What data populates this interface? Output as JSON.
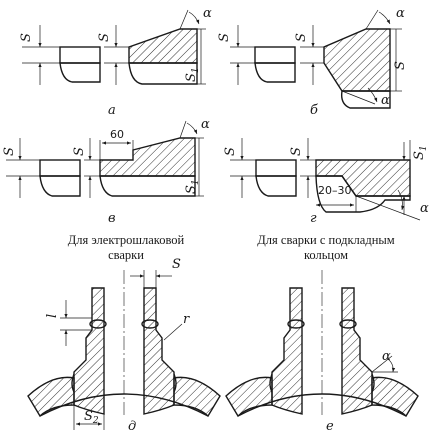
{
  "dim": {
    "S": "S",
    "S1": "S",
    "S1_sub": "1",
    "S2": "S",
    "S2_sub": "2",
    "alpha": "α",
    "l": "l",
    "r": "r",
    "len_60": "60",
    "len_20_30": "20–30"
  },
  "panels": {
    "a": "а",
    "b": "б",
    "v": "в",
    "g": "г",
    "d": "д",
    "e": "е"
  },
  "captions": {
    "electroslag_line1": "Для электрошлаковой",
    "electroslag_line2": "сварки",
    "ring_line1": "Для сварки с подкладным",
    "ring_line2": "кольцом"
  }
}
